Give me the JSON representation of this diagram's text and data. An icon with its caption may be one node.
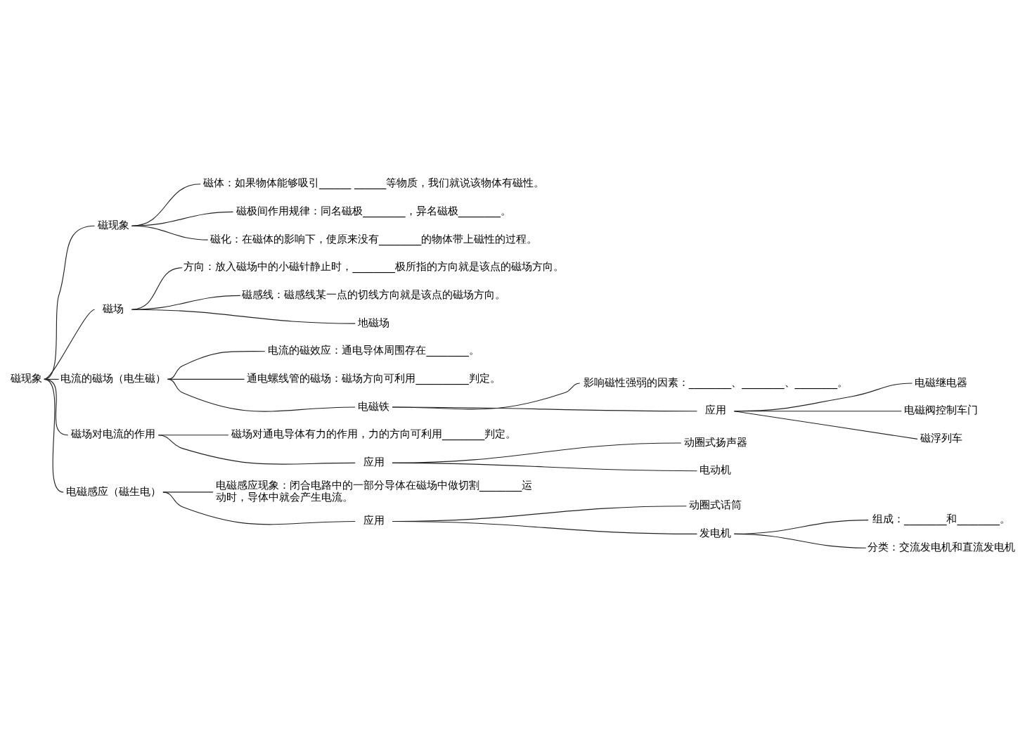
{
  "diagram": {
    "nodes": [
      {
        "text": [
          "磁现象"
        ]
      },
      {
        "text": [
          "磁现象"
        ]
      },
      {
        "text": [
          "磁体：如果物体能够吸引______ ______等物质，我们就说该物体有磁性。"
        ]
      },
      {
        "text": [
          "磁极间作用规律：同名磁极________，异名磁极________。"
        ]
      },
      {
        "text": [
          "磁化：在磁体的影响下，使原来没有________的物体带上磁性的过程。"
        ]
      },
      {
        "text": [
          "磁场"
        ]
      },
      {
        "text": [
          "方向：放入磁场中的小磁针静止时，________极所指的方向就是该点的磁场方向。"
        ]
      },
      {
        "text": [
          "磁感线：磁感线某一点的切线方向就是该点的磁场方向。"
        ]
      },
      {
        "text": [
          "地磁场"
        ]
      },
      {
        "text": [
          "电流的磁场（电生磁）"
        ]
      },
      {
        "text": [
          "电流的磁效应：通电导体周围存在________。"
        ]
      },
      {
        "text": [
          "通电螺线管的磁场：磁场方向可利用__________判定。"
        ]
      },
      {
        "text": [
          "电磁铁"
        ]
      },
      {
        "text": [
          "影响磁性强弱的因素：________、________、________。"
        ]
      },
      {
        "text": [
          "应用"
        ]
      },
      {
        "text": [
          "电磁继电器"
        ]
      },
      {
        "text": [
          "电磁阀控制车门"
        ]
      },
      {
        "text": [
          "磁浮列车"
        ]
      },
      {
        "text": [
          "磁场对电流的作用"
        ]
      },
      {
        "text": [
          "磁场对通电导体有力的作用，力的方向可利用________判定。"
        ]
      },
      {
        "text": [
          "应用"
        ]
      },
      {
        "text": [
          "动圈式扬声器"
        ]
      },
      {
        "text": [
          "电动机"
        ]
      },
      {
        "text": [
          "电磁感应（磁生电）"
        ]
      },
      {
        "text": [
          "电磁感应现象：闭合电路中的一部分导体在磁场中做切割________运动时，导体中就会产生电流。"
        ]
      },
      {
        "text": [
          "应用"
        ]
      },
      {
        "text": [
          "动圈式话筒"
        ]
      },
      {
        "text": [
          "发电机"
        ]
      },
      {
        "text": [
          "组成：________和________。"
        ]
      },
      {
        "text": [
          "分类：交流发电机和直流发电机"
        ]
      }
    ],
    "edges": [
      {
        "from": 0,
        "to": 1,
        "arrow": "none"
      },
      {
        "from": 0,
        "to": 5,
        "arrow": "none"
      },
      {
        "from": 0,
        "to": 9,
        "arrow": "none"
      },
      {
        "from": 0,
        "to": 18,
        "arrow": "none"
      },
      {
        "from": 0,
        "to": 23,
        "arrow": "none"
      },
      {
        "from": 1,
        "to": 2,
        "arrow": "none"
      },
      {
        "from": 1,
        "to": 3,
        "arrow": "none"
      },
      {
        "from": 1,
        "to": 4,
        "arrow": "none"
      },
      {
        "from": 5,
        "to": 6,
        "arrow": "none"
      },
      {
        "from": 5,
        "to": 7,
        "arrow": "none"
      },
      {
        "from": 5,
        "to": 8,
        "arrow": "none"
      },
      {
        "from": 9,
        "to": 10,
        "arrow": "none"
      },
      {
        "from": 9,
        "to": 11,
        "arrow": "none"
      },
      {
        "from": 9,
        "to": 12,
        "arrow": "none"
      },
      {
        "from": 12,
        "to": 13,
        "arrow": "none"
      },
      {
        "from": 12,
        "to": 14,
        "arrow": "none"
      },
      {
        "from": 14,
        "to": 15,
        "arrow": "none"
      },
      {
        "from": 14,
        "to": 16,
        "arrow": "none"
      },
      {
        "from": 14,
        "to": 17,
        "arrow": "none"
      },
      {
        "from": 18,
        "to": 19,
        "arrow": "none"
      },
      {
        "from": 18,
        "to": 20,
        "arrow": "none"
      },
      {
        "from": 20,
        "to": 21,
        "arrow": "none"
      },
      {
        "from": 20,
        "to": 22,
        "arrow": "none"
      },
      {
        "from": 23,
        "to": 24,
        "arrow": "none"
      },
      {
        "from": 23,
        "to": 25,
        "arrow": "none"
      },
      {
        "from": 25,
        "to": 26,
        "arrow": "none"
      },
      {
        "from": 25,
        "to": 27,
        "arrow": "none"
      },
      {
        "from": 27,
        "to": 28,
        "arrow": "none"
      },
      {
        "from": 27,
        "to": 29,
        "arrow": "none"
      }
    ]
  }
}
